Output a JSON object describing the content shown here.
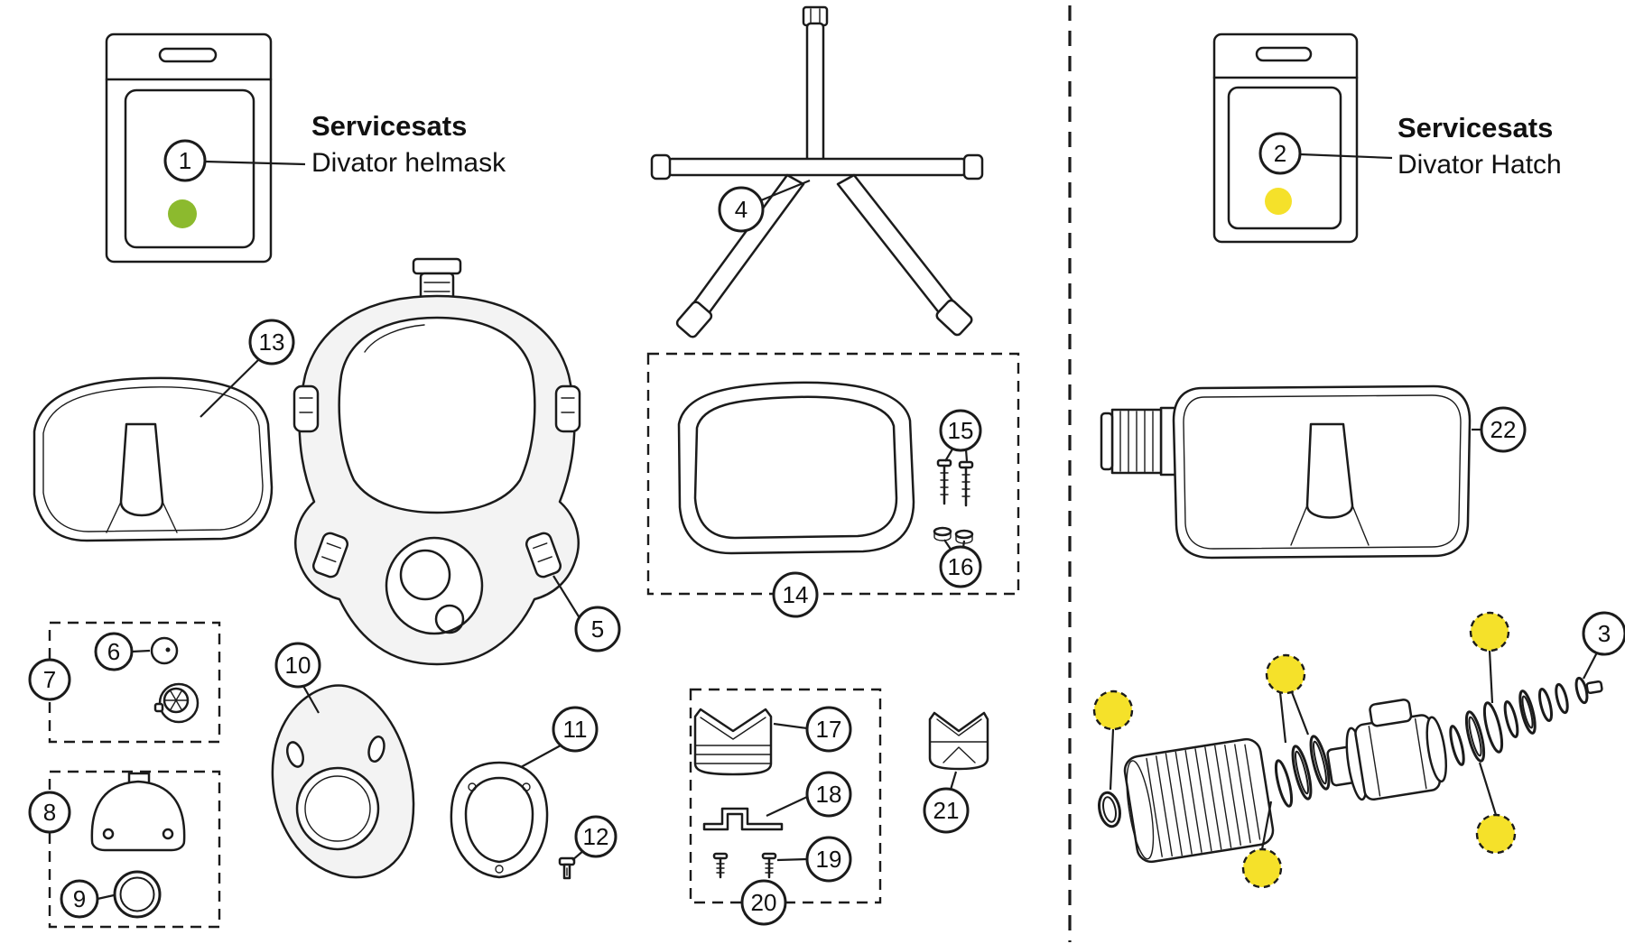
{
  "diagram": {
    "kit_left": {
      "title": "Servicesats",
      "subtitle": "Divator helmask"
    },
    "kit_right": {
      "title": "Servicesats",
      "subtitle": "Divator Hatch"
    }
  },
  "colors": {
    "green": "#8CBA2E",
    "yellow": "#F5E12A",
    "ink": "#1B1B1B"
  },
  "callouts": {
    "1": "1",
    "2": "2",
    "3": "3",
    "4": "4",
    "5": "5",
    "6": "6",
    "7": "7",
    "8": "8",
    "9": "9",
    "10": "10",
    "11": "11",
    "12": "12",
    "13": "13",
    "14": "14",
    "15": "15",
    "16": "16",
    "17": "17",
    "18": "18",
    "19": "19",
    "20": "20",
    "21": "21",
    "22": "22"
  }
}
